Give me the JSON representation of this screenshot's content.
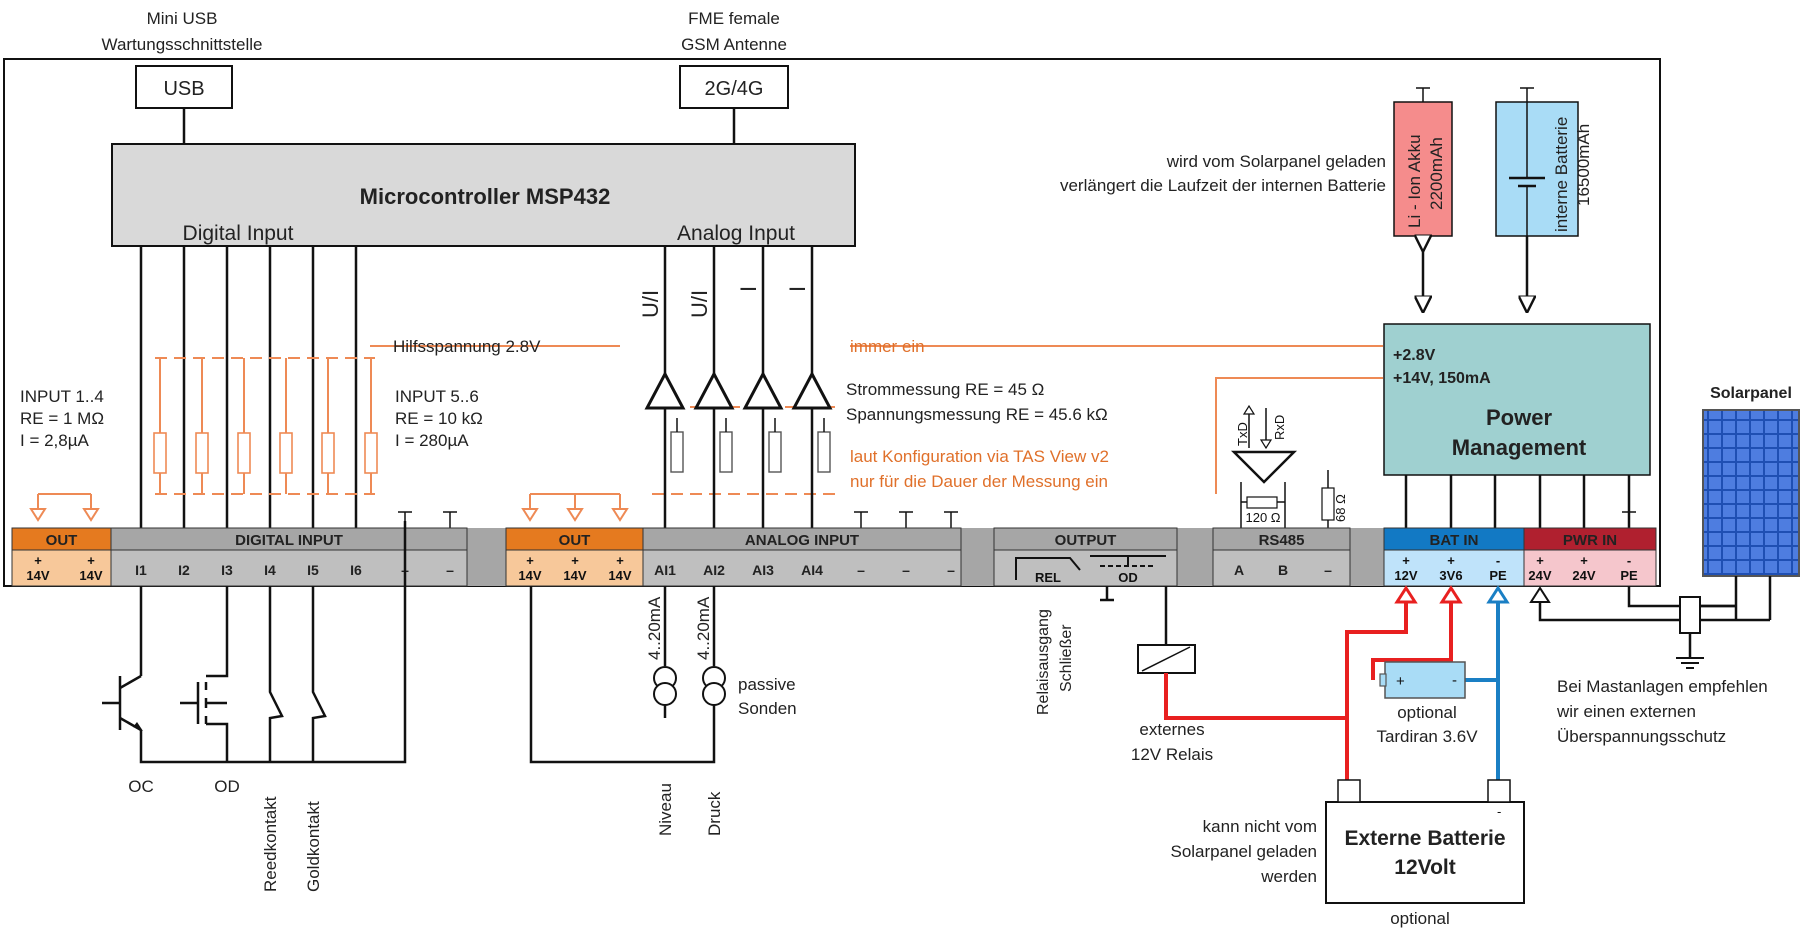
{
  "top": {
    "usb_title_1": "Mini USB",
    "usb_title_2": "Wartungsschnittstelle",
    "usb_port": "USB",
    "gsm_title_1": "FME female",
    "gsm_title_2": "GSM Antenne",
    "gsm_port": "2G/4G"
  },
  "mcu": {
    "title": "Microcontroller MSP432",
    "digital_input": "Digital Input",
    "analog_input": "Analog Input"
  },
  "analog_channel_labels": [
    "U/I",
    "U/I",
    "I",
    "I"
  ],
  "input_1_4": {
    "line1": "INPUT 1..4",
    "line2": "RE = 1 MΩ",
    "line3": "I = 2,8µA"
  },
  "input_5_6": {
    "line1": "INPUT 5..6",
    "line2": "RE = 10 kΩ",
    "line3": "I = 280µA"
  },
  "aux_voltage": "Hilfsspannung 2.8V",
  "always_on": "immer ein",
  "measure": {
    "current": "Strommessung RE = 45 Ω",
    "voltage": "Spannungsmessung RE = 45.6 kΩ"
  },
  "config_note": {
    "line1": "laut Konfiguration via TAS View v2",
    "line2": "nur für die Dauer der Messung ein"
  },
  "rs485_labels": {
    "txd": "TxD",
    "rxd": "RxD",
    "r120": "120 Ω",
    "r68": "68 Ω"
  },
  "liion": {
    "label_1": "Li - Ion Akku",
    "label_2": "2200mAh",
    "note_1": "wird vom Solarpanel geladen",
    "note_2": "verlängert die Laufzeit der internen Batterie"
  },
  "internal_battery": {
    "label_1": "interne Batterie",
    "label_2": "16500mAh"
  },
  "power": {
    "line1": "+2.8V",
    "line2": "+14V, 150mA",
    "title_1": "Power",
    "title_2": "Management"
  },
  "solar_title": "Solarpanel",
  "connectors": {
    "out1": {
      "title": "OUT",
      "pins": [
        "14V",
        "14V"
      ]
    },
    "digital": {
      "title": "DIGITAL INPUT",
      "pins": [
        "I1",
        "I2",
        "I3",
        "I4",
        "I5",
        "I6",
        "–",
        "–"
      ]
    },
    "out2": {
      "title": "OUT",
      "pins": [
        "14V",
        "14V",
        "14V"
      ]
    },
    "analog": {
      "title": "ANALOG INPUT",
      "pins": [
        "AI1",
        "AI2",
        "AI3",
        "AI4",
        "–",
        "–",
        "–"
      ]
    },
    "output": {
      "title": "OUTPUT",
      "rel": "REL",
      "od": "OD"
    },
    "rs485": {
      "title": "RS485",
      "pins": [
        "A",
        "B",
        "–"
      ]
    },
    "batin": {
      "title": "BAT IN",
      "pins": [
        "12V",
        "3V6",
        "PE"
      ]
    },
    "pwrin": {
      "title": "PWR IN",
      "pins": [
        "24V",
        "24V",
        "PE"
      ]
    }
  },
  "bottom": {
    "oc": "OC",
    "od": "OD",
    "reed": "Reedkontakt",
    "gold": "Goldkontakt",
    "ma1": "4..20mA",
    "ma2": "4..20mA",
    "passive_1": "passive",
    "passive_2": "Sonden",
    "niveau": "Niveau",
    "druck": "Druck",
    "relay_out_1": "Relaisausgang",
    "relay_out_2": "Schließer",
    "ext_relay_1": "externes",
    "ext_relay_2": "12V Relais",
    "tadiran_1": "optional",
    "tadiran_2": "Tardiran 3.6V",
    "mast_1": "Bei Mastanlagen empfehlen",
    "mast_2": "wir einen externen",
    "mast_3": "Überspannungsschutz",
    "ext_batt_1": "Externe Batterie",
    "ext_batt_2": "12Volt",
    "no_charge_1": "kann nicht vom",
    "no_charge_2": "Solarpanel geladen",
    "no_charge_3": "werden",
    "optional": "optional"
  },
  "colors": {
    "orange": "#e57a1f",
    "gray": "#a6a6a6",
    "blue_header": "#1279c4",
    "red_header": "#b0202f",
    "power_box": "#9fd0d0",
    "liion_fill": "#f58c8c",
    "internal_fill": "#a9dcf6"
  }
}
